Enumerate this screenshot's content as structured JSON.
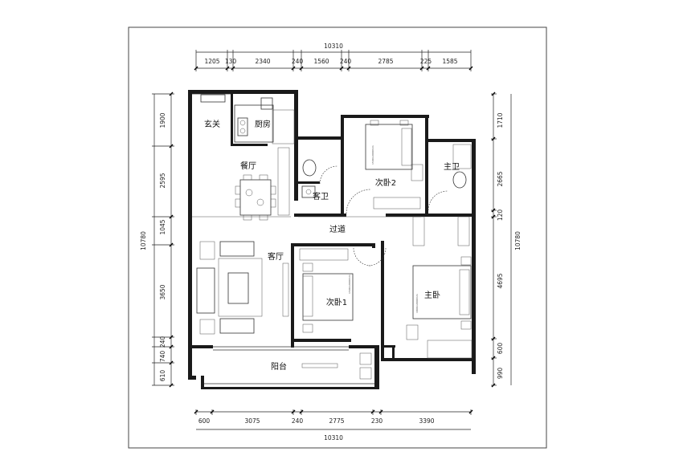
{
  "rooms": {
    "entrance": "玄关",
    "kitchen": "厨房",
    "dining": "餐厅",
    "guest_bath": "客卫",
    "bedroom2": "次卧2",
    "master_bath": "主卫",
    "hallway": "过道",
    "living": "客厅",
    "bedroom1": "次卧1",
    "master_bedroom": "主卧",
    "balcony": "阳台"
  },
  "dimensions": {
    "top_total": "10310",
    "top": [
      "1205",
      "130",
      "2340",
      "240",
      "1560",
      "240",
      "2785",
      "225",
      "1585"
    ],
    "bottom_total": "10310",
    "bottom": [
      "600",
      "3075",
      "240",
      "2775",
      "230",
      "3390"
    ],
    "left_total": "10780",
    "left": [
      "1900",
      "2595",
      "1045",
      "3650",
      "240",
      "740",
      "610"
    ],
    "right_total": "10780",
    "right": [
      "1710",
      "2665",
      "120",
      "4695",
      "600",
      "990"
    ]
  },
  "furniture_labels": {
    "bed2": "1500×2000mm",
    "master_bed": "1800×2000mm",
    "bed1": "1500×2000mm"
  }
}
